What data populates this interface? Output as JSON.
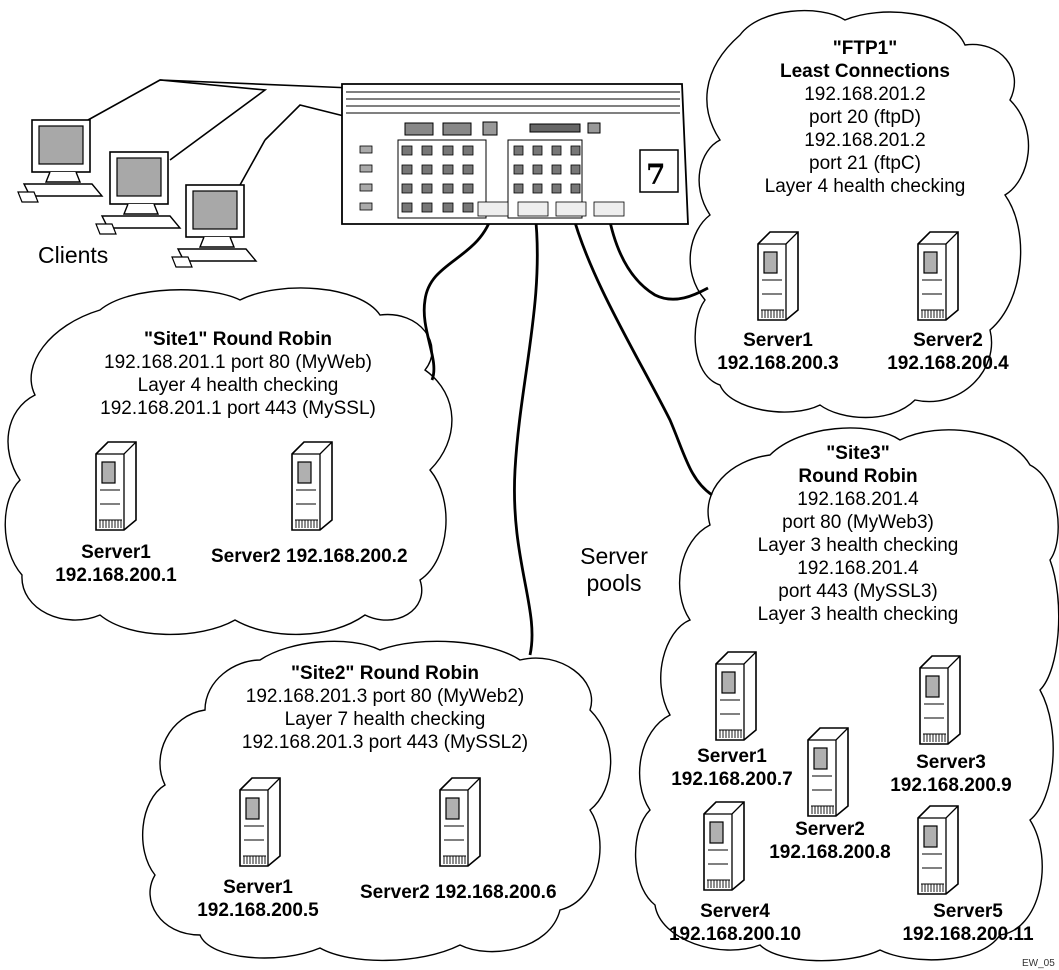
{
  "clients_label": "Clients",
  "server_pools_label": [
    "Server",
    "pools"
  ],
  "figure_id": "EW_05",
  "pools": {
    "ftp1": {
      "name": "\"FTP1\"",
      "method": "Least Connections",
      "lines": [
        "192.168.201.2",
        "port 20 (ftpD)",
        "192.168.201.2",
        "port 21 (ftpC)",
        "Layer 4 health checking"
      ],
      "servers": [
        {
          "name": "Server1",
          "ip": "192.168.200.3"
        },
        {
          "name": "Server2",
          "ip": "192.168.200.4"
        }
      ]
    },
    "site1": {
      "title": "\"Site1\" Round Robin",
      "lines": [
        "192.168.201.1 port 80 (MyWeb)",
        "Layer 4 health checking",
        "192.168.201.1 port 443 (MySSL)"
      ],
      "servers": [
        {
          "name": "Server1",
          "ip": "192.168.200.1"
        },
        {
          "label": "Server2 192.168.200.2"
        }
      ]
    },
    "site2": {
      "title": "\"Site2\" Round Robin",
      "lines": [
        "192.168.201.3 port 80 (MyWeb2)",
        "Layer 7 health checking",
        "192.168.201.3 port 443 (MySSL2)"
      ],
      "servers": [
        {
          "name": "Server1",
          "ip": "192.168.200.5"
        },
        {
          "label": "Server2 192.168.200.6"
        }
      ]
    },
    "site3": {
      "name": "\"Site3\"",
      "method": "Round Robin",
      "lines": [
        "192.168.201.4",
        "port 80 (MyWeb3)",
        "Layer 3 health checking",
        "192.168.201.4",
        "port 443 (MySSL3)",
        "Layer 3 health checking"
      ],
      "servers": [
        {
          "name": "Server1",
          "ip": "192.168.200.7"
        },
        {
          "name": "Server2",
          "ip": "192.168.200.8"
        },
        {
          "name": "Server3",
          "ip": "192.168.200.9"
        },
        {
          "name": "Server4",
          "ip": "192.168.200.10"
        },
        {
          "name": "Server5",
          "ip": "192.168.200.11"
        }
      ]
    }
  }
}
